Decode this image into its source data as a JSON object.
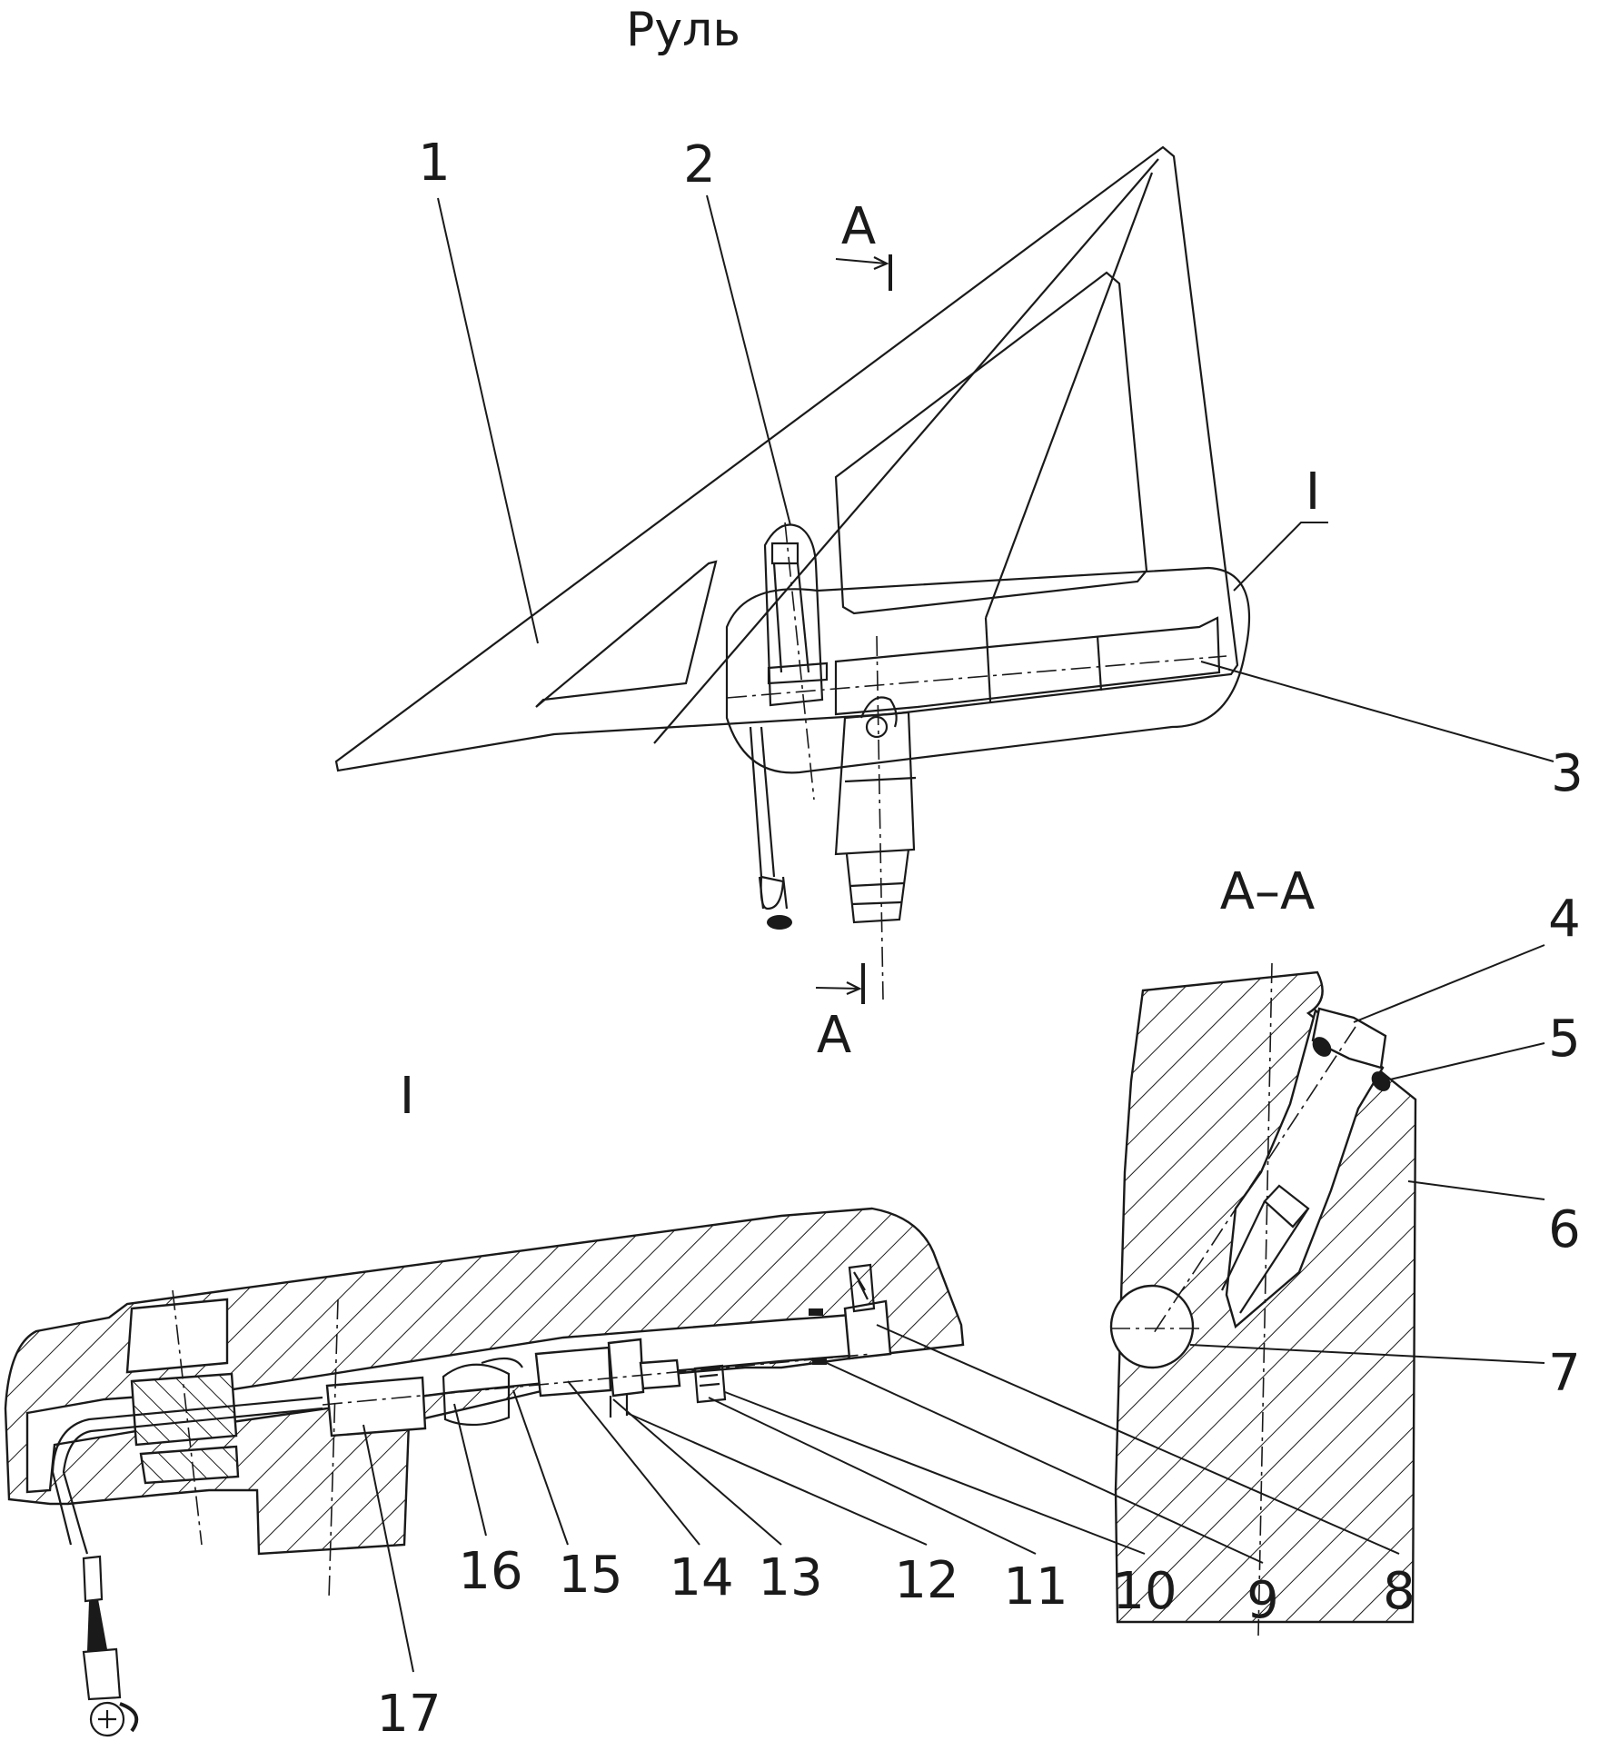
{
  "title": "Руль",
  "section_marks": {
    "top": "A",
    "bottom": "A",
    "section_title": "A–A"
  },
  "detail_marker": "I",
  "detail_title": "I",
  "part_labels": {
    "p1": "1",
    "p2": "2",
    "p3": "3",
    "p4": "4",
    "p5": "5",
    "p6": "6",
    "p7": "7",
    "p8": "8",
    "p9": "9",
    "p10": "10",
    "p11": "11",
    "p12": "12",
    "p13": "13",
    "p14": "14",
    "p15": "15",
    "p16": "16",
    "p17": "17"
  },
  "colors": {
    "ink": "#1a1a1a",
    "paper": "#ffffff"
  }
}
